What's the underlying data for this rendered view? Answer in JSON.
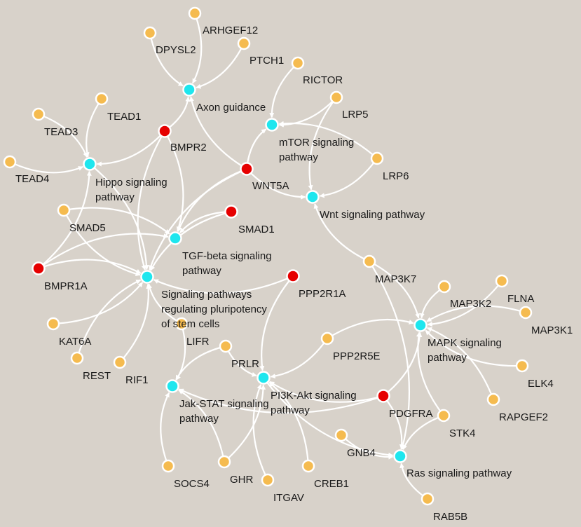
{
  "colors": {
    "background": "#d8d2ca",
    "pathway": "#1ee6ee",
    "hub_gene": "#e60000",
    "gene": "#f5bb4f",
    "edge": "#ffffff"
  },
  "nodes": [
    {
      "id": "axon",
      "kind": "pathway",
      "label": [
        "Axon guidance"
      ]
    },
    {
      "id": "mtor",
      "kind": "pathway",
      "label": [
        "mTOR signaling",
        "pathway"
      ]
    },
    {
      "id": "hippo",
      "kind": "pathway",
      "label": [
        "Hippo signaling",
        "pathway"
      ]
    },
    {
      "id": "wnt",
      "kind": "pathway",
      "label": [
        "Wnt signaling pathway"
      ]
    },
    {
      "id": "tgf",
      "kind": "pathway",
      "label": [
        "TGF-beta signaling",
        "pathway"
      ]
    },
    {
      "id": "sprp",
      "kind": "pathway",
      "label": [
        "Signaling pathways",
        "regulating pluripotency",
        "of stem cells"
      ]
    },
    {
      "id": "mapk",
      "kind": "pathway",
      "label": [
        "MAPK signaling",
        "pathway"
      ]
    },
    {
      "id": "jak",
      "kind": "pathway",
      "label": [
        "Jak-STAT signaling",
        "pathway"
      ]
    },
    {
      "id": "pi3k",
      "kind": "pathway",
      "label": [
        "PI3K-Akt signaling",
        "pathway"
      ]
    },
    {
      "id": "ras",
      "kind": "pathway",
      "label": [
        "Ras signaling pathway"
      ]
    },
    {
      "id": "BMPR2",
      "kind": "hub",
      "label": [
        "BMPR2"
      ]
    },
    {
      "id": "WNT5A",
      "kind": "hub",
      "label": [
        "WNT5A"
      ]
    },
    {
      "id": "SMAD1",
      "kind": "hub",
      "label": [
        "SMAD1"
      ]
    },
    {
      "id": "BMPR1A",
      "kind": "hub",
      "label": [
        "BMPR1A"
      ]
    },
    {
      "id": "PPP2R1A",
      "kind": "hub",
      "label": [
        "PPP2R1A"
      ]
    },
    {
      "id": "PDGFRA",
      "kind": "hub",
      "label": [
        "PDGFRA"
      ]
    },
    {
      "id": "ARHGEF12",
      "kind": "gene",
      "label": [
        "ARHGEF12"
      ]
    },
    {
      "id": "DPYSL2",
      "kind": "gene",
      "label": [
        "DPYSL2"
      ]
    },
    {
      "id": "PTCH1",
      "kind": "gene",
      "label": [
        "PTCH1"
      ]
    },
    {
      "id": "RICTOR",
      "kind": "gene",
      "label": [
        "RICTOR"
      ]
    },
    {
      "id": "LRP5",
      "kind": "gene",
      "label": [
        "LRP5"
      ]
    },
    {
      "id": "LRP6",
      "kind": "gene",
      "label": [
        "LRP6"
      ]
    },
    {
      "id": "TEAD1",
      "kind": "gene",
      "label": [
        "TEAD1"
      ]
    },
    {
      "id": "TEAD3",
      "kind": "gene",
      "label": [
        "TEAD3"
      ]
    },
    {
      "id": "TEAD4",
      "kind": "gene",
      "label": [
        "TEAD4"
      ]
    },
    {
      "id": "SMAD5",
      "kind": "gene",
      "label": [
        "SMAD5"
      ]
    },
    {
      "id": "KAT6A",
      "kind": "gene",
      "label": [
        "KAT6A"
      ]
    },
    {
      "id": "REST",
      "kind": "gene",
      "label": [
        "REST"
      ]
    },
    {
      "id": "RIF1",
      "kind": "gene",
      "label": [
        "RIF1"
      ]
    },
    {
      "id": "LIFR",
      "kind": "gene",
      "label": [
        "LIFR"
      ]
    },
    {
      "id": "PRLR",
      "kind": "gene",
      "label": [
        "PRLR"
      ]
    },
    {
      "id": "PPP2R5E",
      "kind": "gene",
      "label": [
        "PPP2R5E"
      ]
    },
    {
      "id": "MAP3K7",
      "kind": "gene",
      "label": [
        "MAP3K7"
      ]
    },
    {
      "id": "MAP3K2",
      "kind": "gene",
      "label": [
        "MAP3K2"
      ]
    },
    {
      "id": "FLNA",
      "kind": "gene",
      "label": [
        "FLNA"
      ]
    },
    {
      "id": "MAP3K1",
      "kind": "gene",
      "label": [
        "MAP3K1"
      ]
    },
    {
      "id": "ELK4",
      "kind": "gene",
      "label": [
        "ELK4"
      ]
    },
    {
      "id": "RAPGEF2",
      "kind": "gene",
      "label": [
        "RAPGEF2"
      ]
    },
    {
      "id": "STK4",
      "kind": "gene",
      "label": [
        "STK4"
      ]
    },
    {
      "id": "GNB4",
      "kind": "gene",
      "label": [
        "GNB4"
      ]
    },
    {
      "id": "RAB5B",
      "kind": "gene",
      "label": [
        "RAB5B"
      ]
    },
    {
      "id": "SOCS4",
      "kind": "gene",
      "label": [
        "SOCS4"
      ]
    },
    {
      "id": "GHR",
      "kind": "gene",
      "label": [
        "GHR"
      ]
    },
    {
      "id": "ITGAV",
      "kind": "gene",
      "label": [
        "ITGAV"
      ]
    },
    {
      "id": "CREB1",
      "kind": "gene",
      "label": [
        "CREB1"
      ]
    }
  ],
  "edges": [
    [
      "ARHGEF12",
      "axon"
    ],
    [
      "DPYSL2",
      "axon"
    ],
    [
      "PTCH1",
      "axon"
    ],
    [
      "BMPR2",
      "axon"
    ],
    [
      "WNT5A",
      "axon"
    ],
    [
      "RICTOR",
      "mtor"
    ],
    [
      "LRP5",
      "mtor"
    ],
    [
      "LRP6",
      "mtor"
    ],
    [
      "WNT5A",
      "mtor"
    ],
    [
      "LRP5",
      "wnt"
    ],
    [
      "LRP6",
      "wnt"
    ],
    [
      "WNT5A",
      "wnt"
    ],
    [
      "MAP3K7",
      "wnt"
    ],
    [
      "TEAD1",
      "hippo"
    ],
    [
      "TEAD3",
      "hippo"
    ],
    [
      "TEAD4",
      "hippo"
    ],
    [
      "BMPR2",
      "hippo"
    ],
    [
      "BMPR1A",
      "hippo"
    ],
    [
      "SMAD5",
      "tgf"
    ],
    [
      "SMAD1",
      "tgf"
    ],
    [
      "BMPR2",
      "tgf"
    ],
    [
      "WNT5A",
      "tgf"
    ],
    [
      "BMPR1A",
      "tgf"
    ],
    [
      "SMAD5",
      "sprp"
    ],
    [
      "BMPR1A",
      "sprp"
    ],
    [
      "KAT6A",
      "sprp"
    ],
    [
      "REST",
      "sprp"
    ],
    [
      "RIF1",
      "sprp"
    ],
    [
      "LIFR",
      "sprp"
    ],
    [
      "SMAD1",
      "sprp"
    ],
    [
      "PPP2R1A",
      "sprp"
    ],
    [
      "BMPR2",
      "sprp"
    ],
    [
      "hippo",
      "sprp"
    ],
    [
      "WNT5A",
      "sprp"
    ],
    [
      "LIFR",
      "jak"
    ],
    [
      "PRLR",
      "jak"
    ],
    [
      "SOCS4",
      "jak"
    ],
    [
      "GHR",
      "jak"
    ],
    [
      "PDGFRA",
      "jak"
    ],
    [
      "PRLR",
      "pi3k"
    ],
    [
      "PPP2R5E",
      "pi3k"
    ],
    [
      "PPP2R1A",
      "pi3k"
    ],
    [
      "PDGFRA",
      "pi3k"
    ],
    [
      "GHR",
      "pi3k"
    ],
    [
      "ITGAV",
      "pi3k"
    ],
    [
      "CREB1",
      "pi3k"
    ],
    [
      "MAP3K7",
      "mapk"
    ],
    [
      "MAP3K2",
      "mapk"
    ],
    [
      "FLNA",
      "mapk"
    ],
    [
      "MAP3K1",
      "mapk"
    ],
    [
      "ELK4",
      "mapk"
    ],
    [
      "RAPGEF2",
      "mapk"
    ],
    [
      "STK4",
      "mapk"
    ],
    [
      "PDGFRA",
      "mapk"
    ],
    [
      "PPP2R5E",
      "mapk"
    ],
    [
      "GNB4",
      "ras"
    ],
    [
      "RAB5B",
      "ras"
    ],
    [
      "STK4",
      "ras"
    ],
    [
      "PDGFRA",
      "ras"
    ],
    [
      "pi3k",
      "ras"
    ],
    [
      "MAP3K7",
      "ras"
    ]
  ]
}
